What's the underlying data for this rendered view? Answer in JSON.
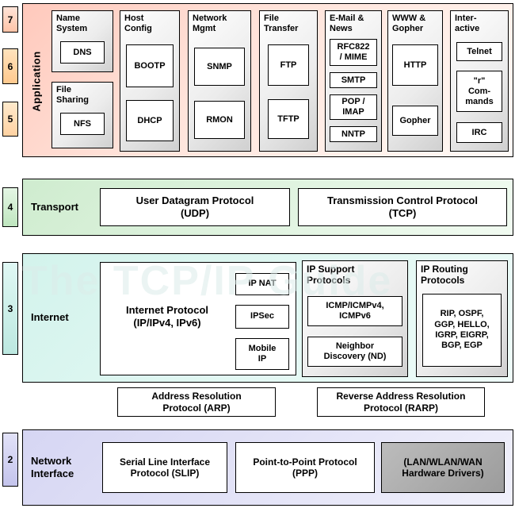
{
  "watermark": "The TCP/IP Guide",
  "layer_numbers": {
    "l7": "7",
    "l6": "6",
    "l5": "5",
    "l4": "4",
    "l3": "3",
    "l2": "2"
  },
  "application": {
    "label": "Application",
    "name_system": {
      "title": "Name\nSystem",
      "dns": "DNS"
    },
    "file_sharing": {
      "title": "File\nSharing",
      "nfs": "NFS"
    },
    "host_config": {
      "title": "Host\nConfig",
      "bootp": "BOOTP",
      "dhcp": "DHCP"
    },
    "network_mgmt": {
      "title": "Network\nMgmt",
      "snmp": "SNMP",
      "rmon": "RMON"
    },
    "file_transfer": {
      "title": "File\nTransfer",
      "ftp": "FTP",
      "tftp": "TFTP"
    },
    "email_news": {
      "title": "E-Mail &\nNews",
      "rfc822_mime": "RFC822\n/ MIME",
      "smtp": "SMTP",
      "pop_imap": "POP /\nIMAP",
      "nntp": "NNTP"
    },
    "www_gopher": {
      "title": "WWW &\nGopher",
      "http": "HTTP",
      "gopher": "Gopher"
    },
    "interactive": {
      "title": "Inter-\nactive",
      "telnet": "Telnet",
      "r_commands": "\"r\"\nCom-\nmands",
      "irc": "IRC"
    }
  },
  "transport": {
    "label": "Transport",
    "udp": "User Datagram Protocol\n(UDP)",
    "tcp": "Transmission Control Protocol\n(TCP)"
  },
  "internet": {
    "label": "Internet",
    "ip": "Internet Protocol\n(IP/IPv4, IPv6)",
    "ip_nat": "IP NAT",
    "ipsec": "IPSec",
    "mobile_ip": "Mobile\nIP",
    "ip_support": {
      "title": "IP Support\nProtocols",
      "icmp": "ICMP/ICMPv4,\nICMPv6",
      "neighbor_discovery": "Neighbor\nDiscovery (ND)"
    },
    "ip_routing": {
      "title": "IP Routing\nProtocols",
      "protocols": "RIP, OSPF,\nGGP, HELLO,\nIGRP, EIGRP,\nBGP, EGP"
    }
  },
  "link_resolution": {
    "arp": "Address Resolution\nProtocol (ARP)",
    "rarp": "Reverse Address Resolution\nProtocol (RARP)"
  },
  "network_interface": {
    "label": "Network\nInterface",
    "slip": "Serial Line Interface\nProtocol (SLIP)",
    "ppp": "Point-to-Point Protocol\n(PPP)",
    "hardware": "(LAN/WLAN/WAN\nHardware Drivers)"
  },
  "colors": {
    "application_bg": "#ffd9cf",
    "transport_bg": "#dcf2dc",
    "internet_bg": "#dcf5f0",
    "network_interface_bg": "#dcdcf5",
    "layer7_bg": "#ffd4c2",
    "layer6_bg": "#ffd2a0",
    "layer5_bg": "#ffdcb2",
    "layer4_bg": "#d2ecd2",
    "layer3_bg": "#d2f0ea",
    "layer2_bg": "#d2d2ee",
    "hardware_box_bg": "#aaaaaa",
    "border": "#000000"
  }
}
